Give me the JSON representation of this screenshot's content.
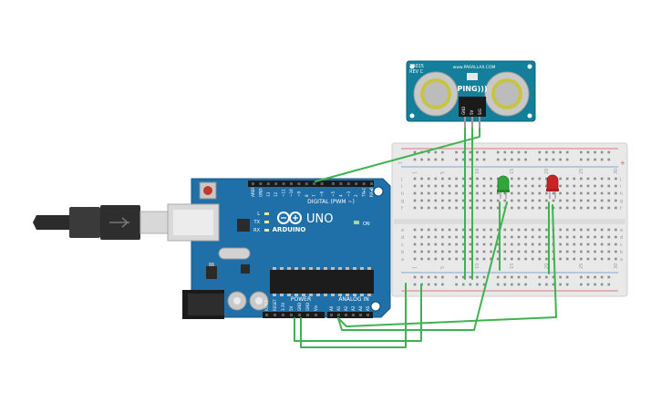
{
  "arduino": {
    "logo": "ARDUINO",
    "model": "UNO",
    "digital_label": "DIGITAL (PWM ~)",
    "power_label": "POWER",
    "analog_label": "ANALOG IN",
    "on_label": "ON",
    "tx_label": "TX",
    "rx_label": "RX",
    "l_label": "L",
    "digital_pins": [
      "AREF",
      "GND",
      "13",
      "12",
      "~11",
      "~10",
      "~9",
      "8",
      "7",
      "~6",
      "~5",
      "4",
      "~3",
      "2",
      "TX▸1",
      "RX◂0"
    ],
    "power_pins": [
      "IOREF",
      "RESET",
      "3.3V",
      "5V",
      "GND",
      "GND",
      "Vin"
    ],
    "analog_pins": [
      "A0",
      "A1",
      "A2",
      "A3",
      "A4",
      "A5"
    ]
  },
  "sensor": {
    "name": "PING)))",
    "model_line1": "28015",
    "model_line2": "REV C",
    "url": "www.PARALLAX.COM",
    "pins": [
      "GND",
      "5V",
      "SIG"
    ]
  },
  "breadboard": {
    "row_letters_top": [
      "j",
      "i",
      "h",
      "g",
      "f"
    ],
    "row_letters_bottom": [
      "e",
      "d",
      "c",
      "b",
      "a"
    ],
    "col_numbers": [
      "1",
      "5",
      "10",
      "15",
      "20",
      "25",
      "30"
    ]
  },
  "colors": {
    "board": "#1f6fa8",
    "board_dark": "#185c8c",
    "wire": "#3fb34f",
    "sensor_pcb": "#137f9a",
    "led_green": "#2fa83a",
    "led_red": "#c92424",
    "breadboard": "#e9e9e9",
    "rail_red": "#d9534f",
    "rail_blue": "#5b8fd1"
  }
}
